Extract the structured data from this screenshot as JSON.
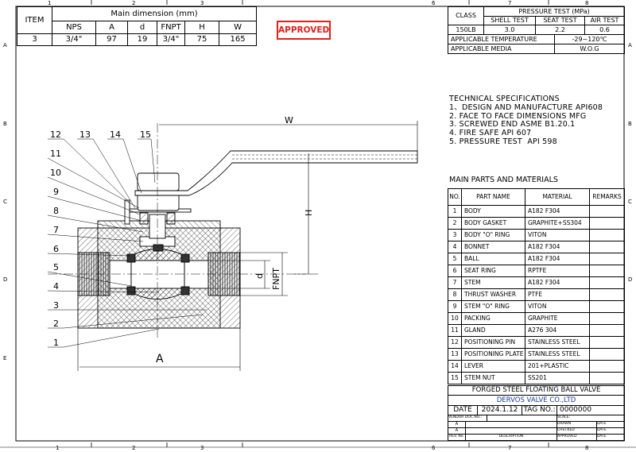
{
  "frame": {
    "columns": [
      "1",
      "2",
      "3",
      "6",
      "7",
      "8"
    ],
    "rows": [
      "A",
      "B",
      "C",
      "D",
      "E"
    ]
  },
  "dimension_table": {
    "item_header": "ITEM",
    "group_header": "Main dimension (mm)",
    "headers": [
      "NPS",
      "A",
      "d",
      "FNPT",
      "H",
      "W"
    ],
    "item": "3",
    "values": [
      "3/4\"",
      "97",
      "19",
      "3/4\"",
      "75",
      "165"
    ]
  },
  "stamp": {
    "label": "APPROVED",
    "color": "#e0201c"
  },
  "pressure_table": {
    "class_header": "CLASS",
    "pressure_header": "PRESSURE TEST (MPa)",
    "shell_header": "SHELL TEST",
    "seat_header": "SEAT TEST",
    "air_header": "AIR TEST",
    "class_value": "150LB",
    "shell_value": "3.0",
    "seat_value": "2.2",
    "air_value": "0.6",
    "temperature_label": "APPLICABLE TEMPERATURE",
    "temperature_value": "-29~120℃",
    "media_label": "APPLICABLE MEDIA",
    "media_value": "W.O.G"
  },
  "technical_specs": {
    "title": "TECHNICAL SPECIFICATIONS",
    "items": [
      "1、DESIGN AND MANUFACTURE API608",
      "2. FACE TO FACE DIMENSIONS MFG",
      "3. SCREWED END ASME B1.20.1",
      "4. FIRE SAFE API 607",
      "5. PRESSURE TEST  API 598"
    ]
  },
  "parts": {
    "title": "MAIN PARTS AND MATERIALS",
    "headers": [
      "NO.",
      "PART NAME",
      "MATERIAL",
      "REMARKS"
    ],
    "rows": [
      {
        "no": "1",
        "name": "BODY",
        "material": "A182 F304",
        "remarks": ""
      },
      {
        "no": "2",
        "name": "BODY GASKET",
        "material": "GRAPHITE+SS304",
        "remarks": ""
      },
      {
        "no": "3",
        "name": "BODY \"O\" RING",
        "material": "VITON",
        "remarks": ""
      },
      {
        "no": "4",
        "name": "BONNET",
        "material": "A182 F304",
        "remarks": ""
      },
      {
        "no": "5",
        "name": "BALL",
        "material": "A182 F304",
        "remarks": ""
      },
      {
        "no": "6",
        "name": "SEAT RING",
        "material": "RPTFE",
        "remarks": ""
      },
      {
        "no": "7",
        "name": "STEM",
        "material": "A182 F304",
        "remarks": ""
      },
      {
        "no": "8",
        "name": "THRUST WASHER",
        "material": "PTFE",
        "remarks": ""
      },
      {
        "no": "9",
        "name": "STEM \"O\" RING",
        "material": "VITON",
        "remarks": ""
      },
      {
        "no": "10",
        "name": "PACKING",
        "material": "GRAPHITE",
        "remarks": ""
      },
      {
        "no": "11",
        "name": "GLAND",
        "material": "A276 304",
        "remarks": ""
      },
      {
        "no": "12",
        "name": "POSITIONING PIN",
        "material": "STAINLESS STEEL",
        "remarks": ""
      },
      {
        "no": "13",
        "name": "POSITIONING PLATE",
        "material": "STAINLESS STEEL",
        "remarks": ""
      },
      {
        "no": "14",
        "name": "LEVER",
        "material": "201+PLASTIC",
        "remarks": ""
      },
      {
        "no": "15",
        "name": "STEM NUT",
        "material": "SS201",
        "remarks": ""
      }
    ]
  },
  "title_block": {
    "title": "FORGED STEEL FLOATING BALL VALVE",
    "company": "DERVOS VALVE CO.,LTD",
    "company_color": "#1a3c9c",
    "date_label": "DATE",
    "date_value": "2024.1.12",
    "tag_label": "TAG NO.:",
    "tag_value": "0000000",
    "vendor_label": "VENDOR DOC.NO.:",
    "scale_label": "SCALE:",
    "rev_mark": "A",
    "drawn_label": "DRAWN",
    "checked_label": "CHECKED",
    "approved_label": "APPROVED",
    "date_col_label": "DATE",
    "rev_label": "REV. No.",
    "description_label": "DESCRIPTION"
  },
  "drawing": {
    "dimension_labels": {
      "w": "W",
      "h": "H",
      "a": "A",
      "d": "d",
      "fnpt": "FNPT"
    },
    "callouts": [
      "1",
      "2",
      "3",
      "4",
      "5",
      "6",
      "7",
      "8",
      "9",
      "10",
      "11",
      "12",
      "13",
      "14",
      "15"
    ]
  }
}
